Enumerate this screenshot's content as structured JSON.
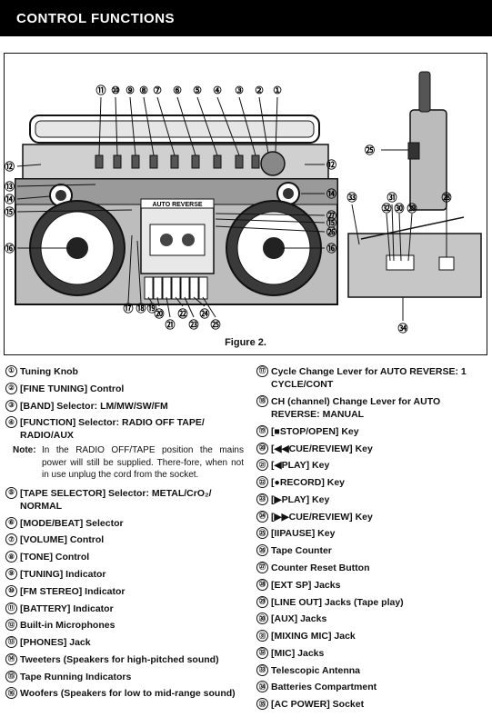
{
  "header": {
    "title": "CONTROL FUNCTIONS"
  },
  "figure": {
    "caption": "Figure 2.",
    "panel_text": "AUTO REVERSE",
    "callouts_top": [
      "⑪",
      "⑩",
      "⑨",
      "⑧",
      "⑦",
      "⑥",
      "⑤",
      "④",
      "③",
      "②",
      "①"
    ],
    "callouts_left": [
      "⑫",
      "⑬",
      "⑭",
      "⑮",
      "⑯"
    ],
    "callouts_right": [
      "⑫",
      "⑭",
      "㉗",
      "⑮",
      "㉖",
      "⑯"
    ],
    "callouts_bottom": [
      "⑰",
      "⑱",
      "⑲",
      "⑳",
      "㉑",
      "㉒",
      "㉓",
      "㉔",
      "㉕"
    ],
    "side_view": [
      "㉕"
    ],
    "back_view": [
      "㉝",
      "㉛",
      "㉜",
      "㉚",
      "㉙",
      "㉘",
      "㉞"
    ]
  },
  "items_left": [
    {
      "n": "①",
      "text": "Tuning Knob"
    },
    {
      "n": "②",
      "text": "[FINE TUNING] Control"
    },
    {
      "n": "③",
      "text": "[BAND] Selector: LM/MW/SW/FM"
    },
    {
      "n": "④",
      "text": "[FUNCTION] Selector: RADIO OFF TAPE/ RADIO/AUX"
    },
    {
      "n": "⑤",
      "text": "[TAPE SELECTOR] Selector: METAL/CrO₂/ NORMAL"
    },
    {
      "n": "⑥",
      "text": "[MODE/BEAT] Selector"
    },
    {
      "n": "⑦",
      "text": "[VOLUME] Control"
    },
    {
      "n": "⑧",
      "text": "[TONE] Control"
    },
    {
      "n": "⑨",
      "text": "[TUNING] Indicator"
    },
    {
      "n": "⑩",
      "text": "[FM STEREO] Indicator"
    },
    {
      "n": "⑪",
      "text": "[BATTERY] Indicator"
    },
    {
      "n": "⑫",
      "text": "Built-in Microphones"
    },
    {
      "n": "⑬",
      "text": "[PHONES] Jack"
    },
    {
      "n": "⑭",
      "text": "Tweeters (Speakers for high-pitched sound)"
    },
    {
      "n": "⑮",
      "text": "Tape Running Indicators"
    },
    {
      "n": "⑯",
      "text": "Woofers (Speakers for low to mid-range sound)"
    }
  ],
  "note": {
    "label": "Note:",
    "text": "In the RADIO OFF/TAPE position the mains power will still be supplied. There-fore, when not in use unplug the cord from the socket."
  },
  "items_right": [
    {
      "n": "⑰",
      "text": "Cycle Change Lever for AUTO REVERSE: 1 CYCLE/CONT"
    },
    {
      "n": "⑱",
      "text": "CH (channel) Change Lever for AUTO REVERSE: MANUAL"
    },
    {
      "n": "⑲",
      "text": "[■STOP/OPEN] Key"
    },
    {
      "n": "⑳",
      "text": "[◀◀CUE/REVIEW] Key"
    },
    {
      "n": "㉑",
      "text": "[◀PLAY] Key"
    },
    {
      "n": "㉒",
      "text": "[●RECORD] Key"
    },
    {
      "n": "㉓",
      "text": "[▶PLAY] Key"
    },
    {
      "n": "㉔",
      "text": "[▶▶CUE/REVIEW] Key"
    },
    {
      "n": "㉕",
      "text": "[IIPAUSE] Key"
    },
    {
      "n": "㉖",
      "text": "Tape Counter"
    },
    {
      "n": "㉗",
      "text": "Counter Reset Button"
    },
    {
      "n": "㉘",
      "text": "[EXT SP] Jacks"
    },
    {
      "n": "㉙",
      "text": "[LINE OUT] Jacks (Tape play)"
    },
    {
      "n": "㉚",
      "text": "[AUX] Jacks"
    },
    {
      "n": "㉛",
      "text": "[MIXING MIC] Jack"
    },
    {
      "n": "㉜",
      "text": "[MIC] Jacks"
    },
    {
      "n": "㉝",
      "text": "Telescopic Antenna"
    },
    {
      "n": "㉞",
      "text": "Batteries Compartment"
    },
    {
      "n": "㉟",
      "text": "[AC POWER] Socket"
    }
  ]
}
